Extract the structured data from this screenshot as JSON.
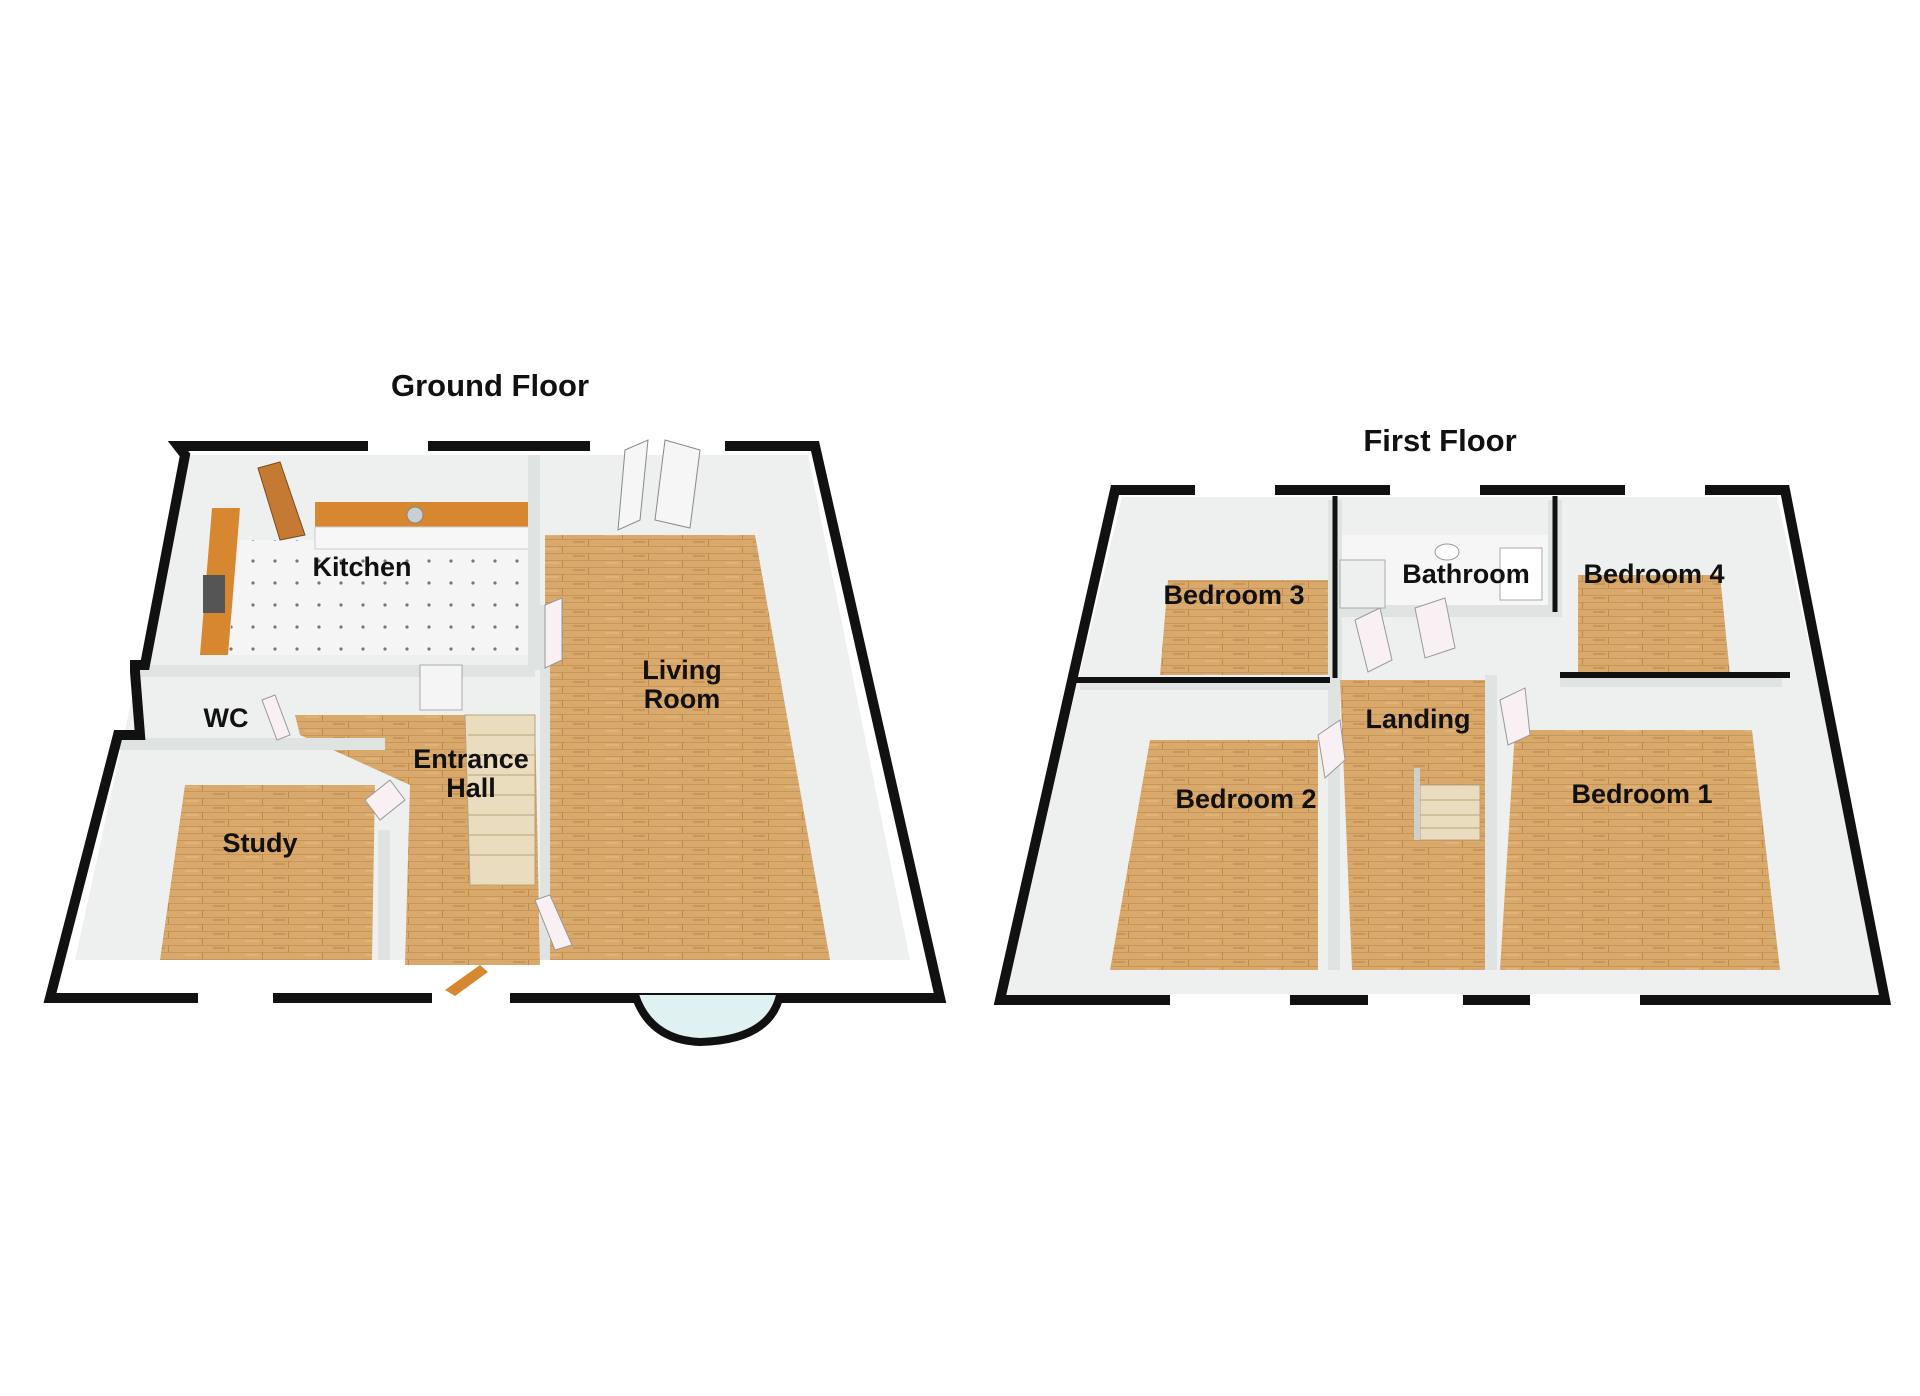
{
  "floors": {
    "ground": {
      "title": "Ground Floor",
      "rooms": {
        "kitchen": "Kitchen",
        "wc": "WC",
        "entrance_hall_line1": "Entrance",
        "entrance_hall_line2": "Hall",
        "living_room_line1": "Living",
        "living_room_line2": "Room",
        "study": "Study"
      }
    },
    "first": {
      "title": "First Floor",
      "rooms": {
        "bedroom_3": "Bedroom 3",
        "bathroom": "Bathroom",
        "bedroom_4": "Bedroom 4",
        "landing": "Landing",
        "bedroom_2": "Bedroom 2",
        "bedroom_1": "Bedroom 1"
      }
    }
  },
  "colors": {
    "wall": "#111111",
    "wall_inner": "#e9eceb",
    "floor_wood": "#d9a86b",
    "floor_wood_dark": "#c48f52",
    "tile": "#f4f4f4",
    "window": "#6fbfbf",
    "worktop": "#d7872f"
  }
}
